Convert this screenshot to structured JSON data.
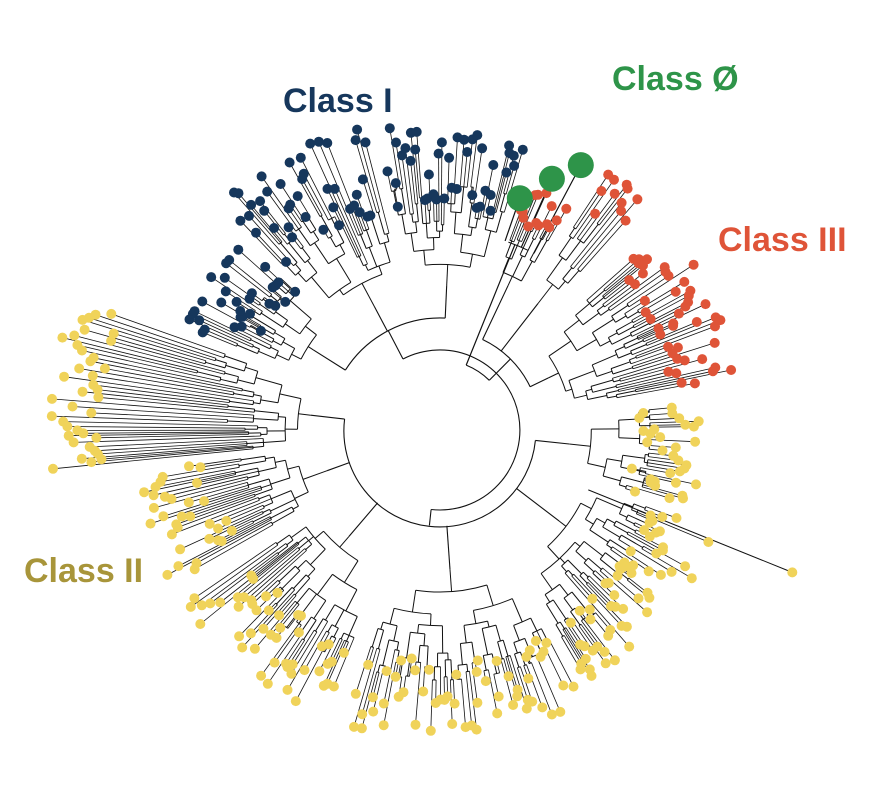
{
  "diagram": {
    "type": "circular-phylogenetic-tree",
    "edge_color": "#111111",
    "classes": [
      {
        "id": "class-0",
        "label": "Class Ø",
        "color": "#2e9449",
        "leaf_style": "large"
      },
      {
        "id": "class-i",
        "label": "Class I",
        "color": "#16375c",
        "leaf_style": "small"
      },
      {
        "id": "class-ii",
        "label": "Class II",
        "color": "#f0d35a",
        "label_color": "#a8953a",
        "leaf_style": "small"
      },
      {
        "id": "class-iii",
        "label": "Class III",
        "color": "#df5438",
        "leaf_style": "small"
      }
    ]
  }
}
